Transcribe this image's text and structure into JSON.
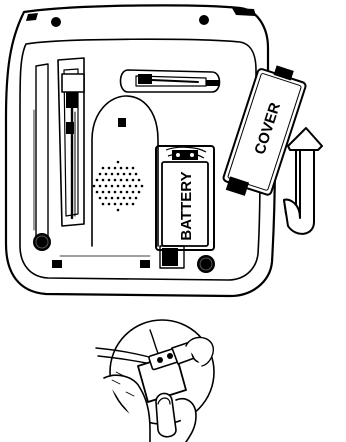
{
  "labels": {
    "battery": "BATTERY",
    "cover": "COVER"
  },
  "colors": {
    "ink": "#000000",
    "paper": "#ffffff",
    "shade": "#3a3a3a"
  },
  "icons": [
    "curved-up-arrow",
    "speaker-grille",
    "screw-hole",
    "finger",
    "hand",
    "connector-plug"
  ]
}
